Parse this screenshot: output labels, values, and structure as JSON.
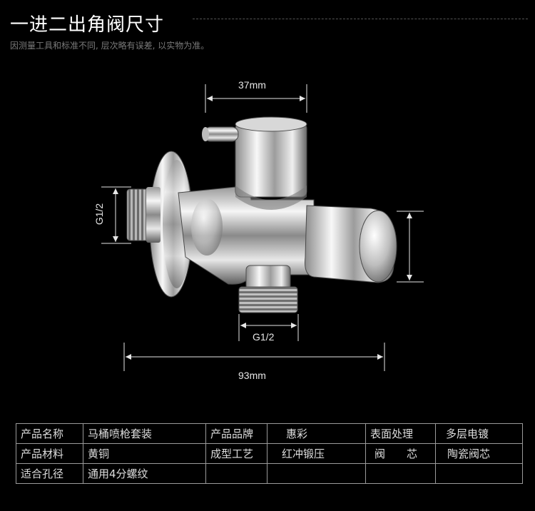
{
  "header": {
    "title": "一进二出角阀尺寸",
    "subtitle": "因测量工具和标准不同, 层次略有误差, 以实物为准。"
  },
  "dimensions": {
    "top_width": "37mm",
    "left_thread": "G1/2",
    "bottom_thread": "G1/2",
    "total_length": "93mm"
  },
  "specs": {
    "rows": [
      [
        "产品名称",
        "马桶喷枪套装",
        "产品品牌",
        "惠彩",
        "表面处理",
        "多层电镀"
      ],
      [
        "产品材料",
        "黄铜",
        "成型工艺",
        "红冲锻压",
        "阀　　芯",
        "陶瓷阀芯"
      ],
      [
        "适合孔径",
        "通用4分螺纹",
        "",
        "",
        "",
        ""
      ]
    ]
  },
  "colors": {
    "background": "#000000",
    "dimension_line": "#e6e6e6",
    "table_border": "#9a9a9a",
    "chrome_light": "#f4f4f4",
    "chrome_dark": "#5a5a5a"
  }
}
